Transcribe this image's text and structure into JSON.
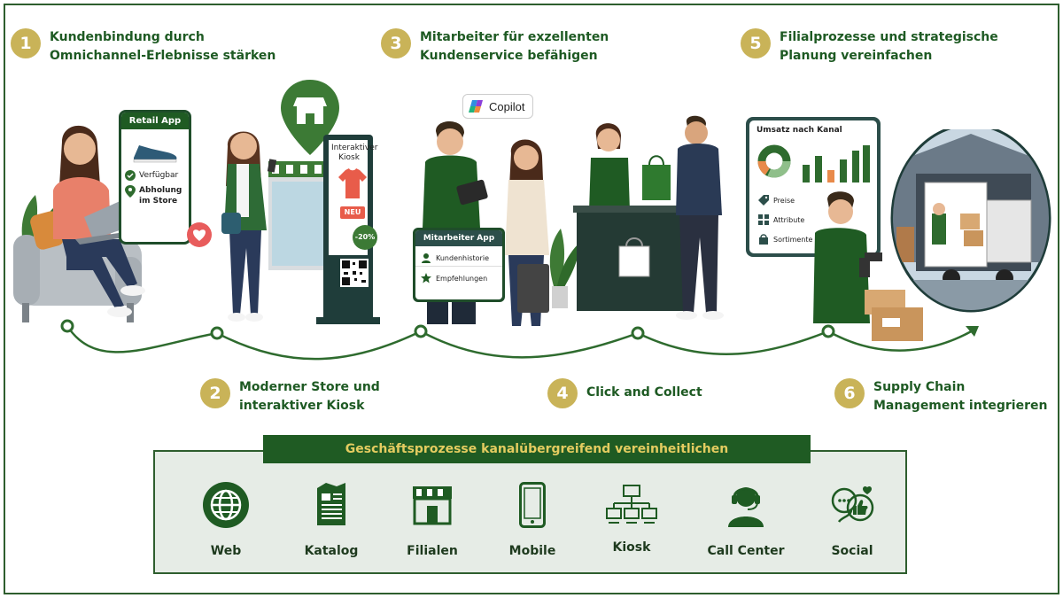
{
  "steps": [
    {
      "num": "1",
      "line1": "Kundenbindung durch",
      "line2": "Omnichannel-Erlebnisse stärken"
    },
    {
      "num": "2",
      "line1": "Moderner Store und",
      "line2": "interaktiver Kiosk"
    },
    {
      "num": "3",
      "line1": "Mitarbeiter für exzellenten",
      "line2": "Kundenservice befähigen"
    },
    {
      "num": "4",
      "line1": "Click and Collect",
      "line2": ""
    },
    {
      "num": "5",
      "line1": "Filialprozesse und strategische",
      "line2": "Planung vereinfachen"
    },
    {
      "num": "6",
      "line1": "Supply Chain",
      "line2": "Management integrieren"
    }
  ],
  "retail_app": {
    "title": "Retail App",
    "item1": "Verfügbar",
    "item2a": "Abholung",
    "item2b": "im Store"
  },
  "kiosk": {
    "title1": "Interaktiver",
    "title2": "Kiosk",
    "new_badge": "NEU",
    "discount": "-20%"
  },
  "copilot": {
    "label": "Copilot"
  },
  "staff_app": {
    "title": "Mitarbeiter App",
    "item1": "Kundenhistorie",
    "item2": "Empfehlungen"
  },
  "dashboard": {
    "title": "Umsatz nach Kanal",
    "item1": "Preise",
    "item2": "Attribute",
    "item3": "Sortimente"
  },
  "bottom": {
    "title": "Geschäftsprozesse kanalübergreifend vereinheitlichen",
    "channels": [
      "Web",
      "Katalog",
      "Filialen",
      "Mobile",
      "Kiosk",
      "Call Center",
      "Social"
    ]
  },
  "colors": {
    "dark_green": "#1f5b23",
    "gold": "#c9b358",
    "text_green": "#1e5a23",
    "panel": "#e6ece6"
  }
}
